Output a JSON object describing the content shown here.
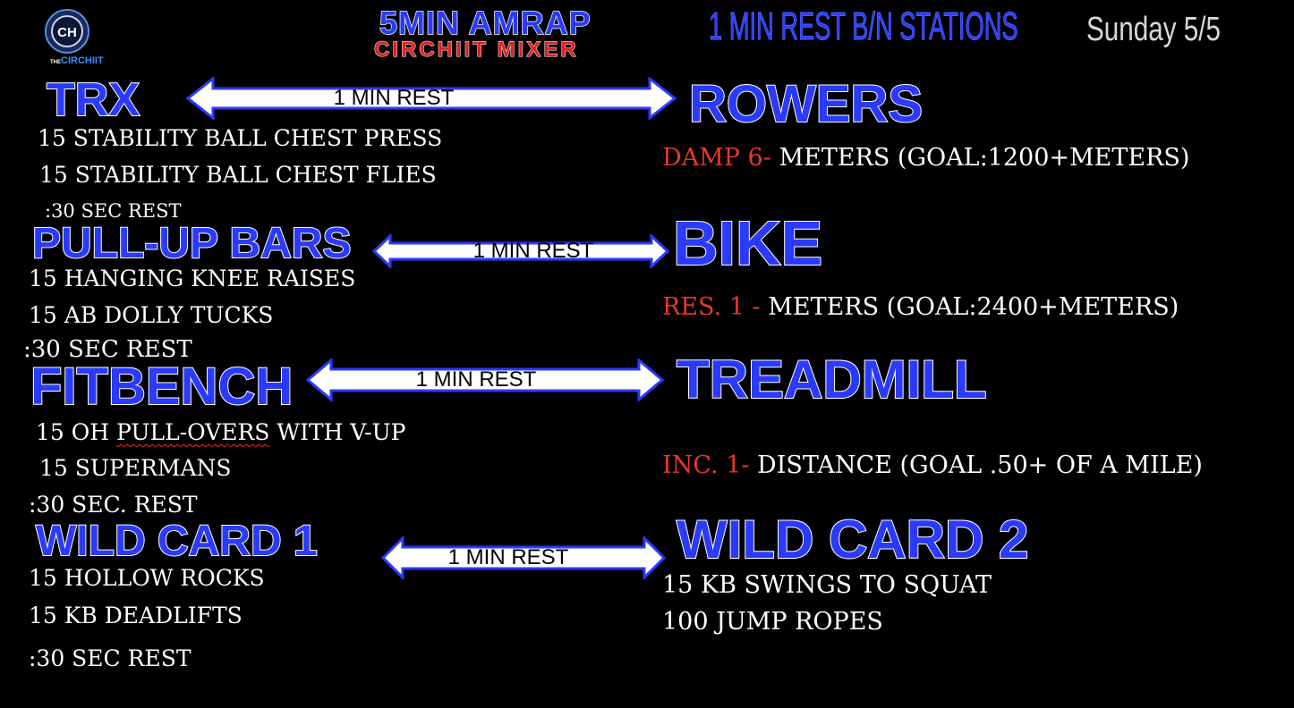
{
  "header": {
    "logo_text_prefix": "THE",
    "logo_text": "CIRCHIIT",
    "logo_badge": "CH",
    "title": "5MIN AMRAP",
    "subtitle": "CIRCHIIT MIXER",
    "rest_note": "1 MIN REST B/N STATIONS",
    "date": "Sunday 5/5"
  },
  "colors": {
    "station_text": "#2a3aff",
    "setting_text": "#e8382b",
    "body_text": "#ffffff",
    "background": "#000000"
  },
  "rows": [
    {
      "left": {
        "station": "TRX",
        "exercises": [
          "15  STABILITY BALL CHEST PRESS",
          "15 STABILITY BALL CHEST FLIES"
        ],
        "rest": ":30 SEC REST"
      },
      "arrow_label": "1 MIN REST",
      "right": {
        "station": "ROWERS",
        "setting": "DAMP 6- ",
        "detail": "METERS  (GOAL:1200+METERS)"
      }
    },
    {
      "left": {
        "station": "PULL-UP BARS",
        "exercises": [
          "15 HANGING KNEE RAISES",
          "15 AB DOLLY TUCKS"
        ],
        "rest": ":30 SEC REST"
      },
      "arrow_label": "1 MIN REST",
      "right": {
        "station": "BIKE",
        "setting": "RES. 1 - ",
        "detail": "METERS (GOAL:2400+METERS)"
      }
    },
    {
      "left": {
        "station": "FITBENCH",
        "exercise_1_prefix": "15 OH ",
        "exercise_1_underlined": "PULL-OVERS",
        "exercise_1_suffix": " WITH V-UP",
        "exercise_2": "15 SUPERMANS",
        "rest": ":30 SEC. REST"
      },
      "arrow_label": "1 MIN REST",
      "right": {
        "station": "TREADMILL",
        "setting": "INC. 1- ",
        "detail": " DISTANCE (GOAL .50+ OF A MILE)"
      }
    },
    {
      "left": {
        "station": "WILD CARD 1",
        "exercises": [
          "15 HOLLOW ROCKS",
          "15 KB DEADLIFTS"
        ],
        "rest": ":30 SEC REST"
      },
      "arrow_label": "1 MIN REST",
      "right": {
        "station": "WILD CARD 2",
        "exercises": [
          "15 KB SWINGS TO SQUAT",
          "100 JUMP ROPES"
        ]
      }
    }
  ]
}
